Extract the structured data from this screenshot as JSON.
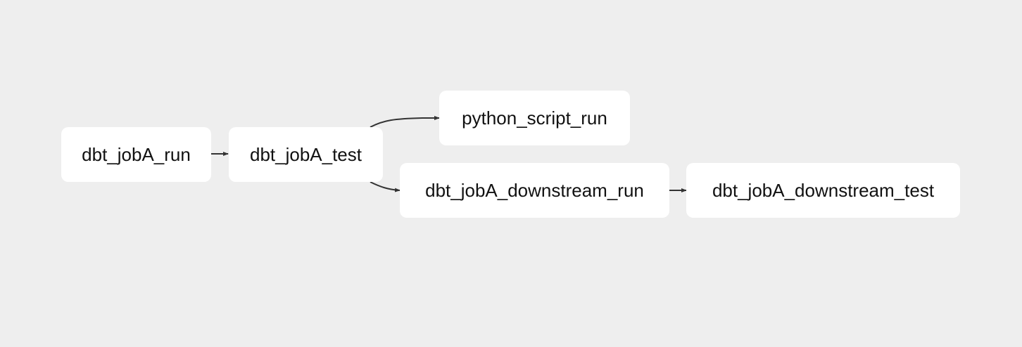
{
  "graph": {
    "nodes": [
      {
        "id": "n1",
        "label": "dbt_jobA_run"
      },
      {
        "id": "n2",
        "label": "dbt_jobA_test"
      },
      {
        "id": "n3",
        "label": "python_script_run"
      },
      {
        "id": "n4",
        "label": "dbt_jobA_downstream_run"
      },
      {
        "id": "n5",
        "label": "dbt_jobA_downstream_test"
      }
    ],
    "edges": [
      {
        "from": "n1",
        "to": "n2"
      },
      {
        "from": "n2",
        "to": "n3"
      },
      {
        "from": "n2",
        "to": "n4"
      },
      {
        "from": "n4",
        "to": "n5"
      }
    ]
  },
  "colors": {
    "background": "#eeeeee",
    "node_fill": "#ffffff",
    "edge": "#333333",
    "text": "#111111"
  }
}
